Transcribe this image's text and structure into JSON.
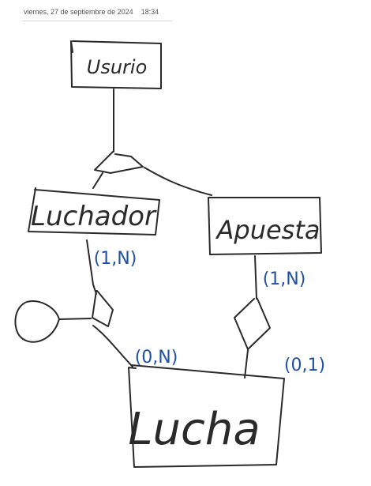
{
  "note": {
    "date": "viernes, 27 de septiembre de 2024",
    "time": "18:34"
  },
  "entities": {
    "usuario": "Usurio",
    "luchador": "Luchador",
    "apuesta": "Apuesta",
    "lucha": "Lucha"
  },
  "cardinalities": {
    "luchador_side": "(1,N)",
    "apuesta_side": "(1,N)",
    "lucha_luchador": "(0,N)",
    "lucha_apuesta": "(0,1)"
  },
  "colors": {
    "ink": "#2a2a2a",
    "annotation": "#1f4fa8"
  }
}
